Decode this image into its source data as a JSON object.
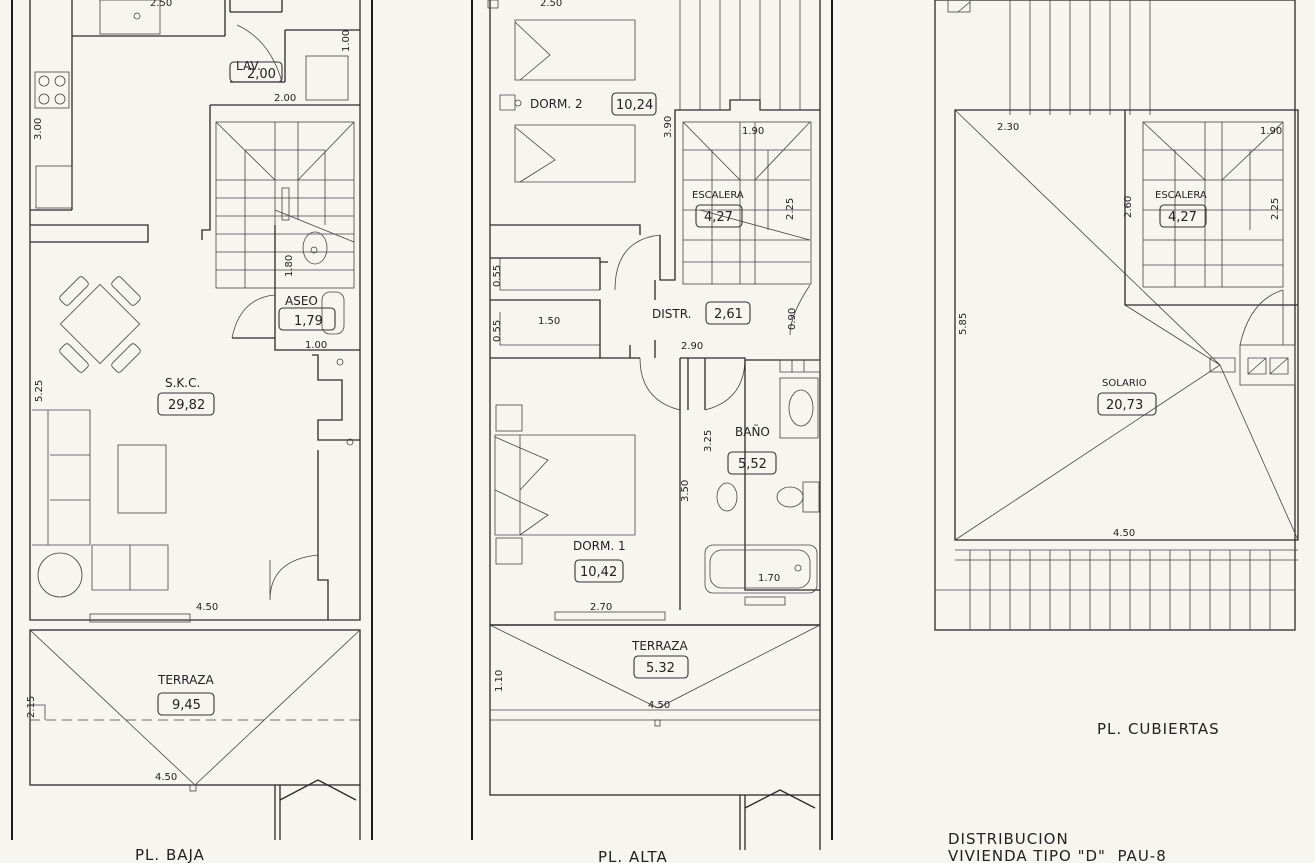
{
  "drawing": {
    "title_line1": "DISTRIBUCION",
    "title_line2": "VIVIENDA TIPO \"D\"  PAU-8"
  },
  "plans": {
    "baja": {
      "title": "PL. BAJA",
      "rooms": {
        "lav": {
          "label": "LAV.",
          "area": "2,00"
        },
        "aseo": {
          "label": "ASEO",
          "area": "1,79"
        },
        "skc": {
          "label": "S.K.C.",
          "area": "29,82"
        },
        "terraza": {
          "label": "TERRAZA",
          "area": "9,45"
        }
      },
      "dims": [
        "2.50",
        "1.00",
        "2.00",
        "3.00",
        "1.80",
        "1.00",
        "5.25",
        "4.50",
        "2.15",
        "4.50"
      ]
    },
    "alta": {
      "title": "PL. ALTA",
      "rooms": {
        "dorm2": {
          "label": "DORM. 2",
          "area": "10,24"
        },
        "escalera": {
          "label": "ESCALERA",
          "area": "4,27"
        },
        "distr": {
          "label": "DISTR.",
          "area": "2,61"
        },
        "bano": {
          "label": "BAÑO",
          "area": "5,52"
        },
        "dorm1": {
          "label": "DORM. 1",
          "area": "10,42"
        },
        "terraza": {
          "label": "TERRAZA",
          "area": "5.32"
        }
      },
      "dims": [
        "2.50",
        "3.90",
        "1.90",
        "2.25",
        "0.55",
        "0.55",
        "1.50",
        "0.90",
        "2.90",
        "3.25",
        "3.50",
        "1.70",
        "2.70",
        "1.10",
        "4.50"
      ]
    },
    "cubiertas": {
      "title": "PL. CUBIERTAS",
      "rooms": {
        "escalera": {
          "label": "ESCALERA",
          "area": "4,27"
        },
        "solario": {
          "label": "SOLARIO",
          "area": "20,73"
        }
      },
      "dims": [
        "2.30",
        "1.90",
        "2.60",
        "2.25",
        "5.85",
        "4.50"
      ]
    }
  }
}
